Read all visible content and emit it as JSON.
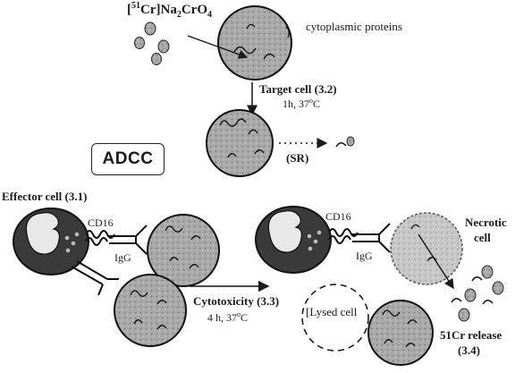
{
  "labels": {
    "isotope_prefix": "[",
    "isotope_mass": "51",
    "isotope_element": "Cr]Na",
    "isotope_sub1": "2",
    "isotope_mid": "CrO",
    "isotope_sub2": "4",
    "cytoplasmic_proteins": "cytoplasmic proteins",
    "target_cell": "Target cell (3.2)",
    "target_condition": "1h, 37",
    "target_condition_deg": "o",
    "target_condition_unit": "C",
    "spontaneous_release": "(SR)",
    "adcc": "ADCC",
    "effector_cell": "Effector cell (3.1)",
    "cd16_left": "CD16",
    "igg_left": "IgG",
    "cd16_right": "CD16",
    "igg_right": "IgG",
    "necrotic_line1": "Necrotic",
    "necrotic_line2": "cell",
    "cytotoxicity": "Cytotoxicity (3.3)",
    "cytotoxicity_condition": "4 h, 37",
    "cytotoxicity_deg": "o",
    "cytotoxicity_unit": "C",
    "lysed_cell": "Lysed cell",
    "release_line1": "51Cr release",
    "release_line2": "(3.4)"
  },
  "colors": {
    "cell_fill": "#a8a8a8",
    "effector_fill": "#3a3a3a",
    "ink": "#1a1a1a",
    "nucleus": "#e8e8e8"
  }
}
